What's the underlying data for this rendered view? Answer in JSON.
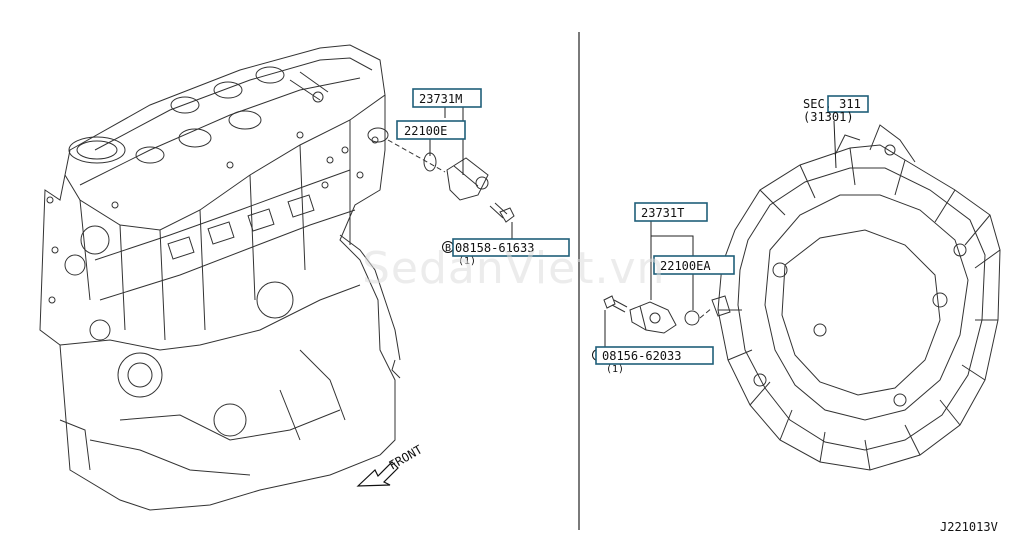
{
  "callouts": {
    "sensor_assy_left": "23731M",
    "oring_left": "22100E",
    "bolt_left": "08158-61633",
    "bolt_left_qty": "(1)",
    "sensor_assy_right": "23731T",
    "oring_right": "22100EA",
    "bolt_right": "08156-62033",
    "bolt_right_qty": "(1)",
    "sec_ref": "SEC. 311",
    "sec_sub": "(31301)",
    "bolt_symbol": "B"
  },
  "direction_label": "FRONT",
  "watermark": "SedanViet.vn",
  "figure_id": "J221013V"
}
